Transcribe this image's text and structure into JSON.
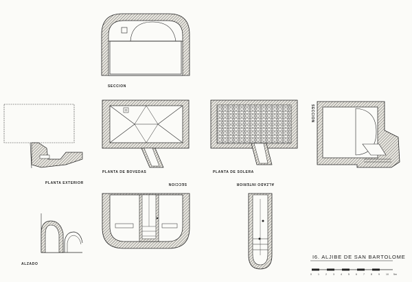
{
  "title": "I6. ALJIBE DE SAN BARTOLOME",
  "labels": {
    "seccion_top": "SECCION",
    "planta_exterior": "PLANTA EXTERIOR",
    "planta_bovedas": "PLANTA DE BOVEDAS",
    "seccion_mid": "SECCION",
    "planta_solera": "PLANTA DE SOLERA",
    "alzado_interior": "ALZADO INTERIOR",
    "seccion_right": "SECCION",
    "alzado": "ALZADO"
  },
  "scale": {
    "ticks": [
      "0",
      "1",
      "2",
      "3",
      "4",
      "5",
      "6",
      "7",
      "8",
      "9",
      "10",
      "5m"
    ]
  }
}
